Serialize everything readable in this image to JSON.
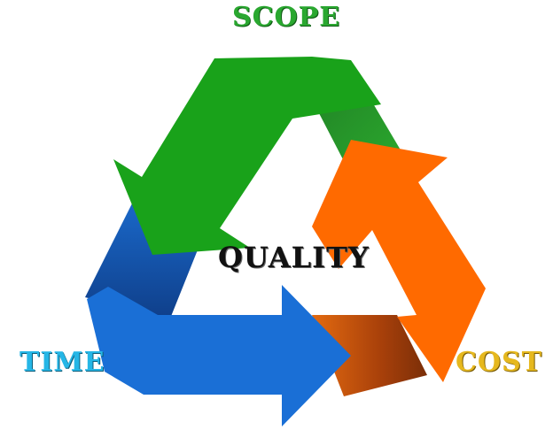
{
  "labels": {
    "top": "SCOPE",
    "bottom_left": "TIME",
    "bottom_right": "COST",
    "center": "QUALITY"
  },
  "colors": {
    "top_arrow": "#1e9e1e",
    "right_arrow": "#ff6a00",
    "bottom_arrow": "#1a6fd6",
    "top_label": "#2aa830",
    "left_label": "#25b6e6",
    "right_label": "#e6b81e",
    "center_label": "#111111"
  }
}
